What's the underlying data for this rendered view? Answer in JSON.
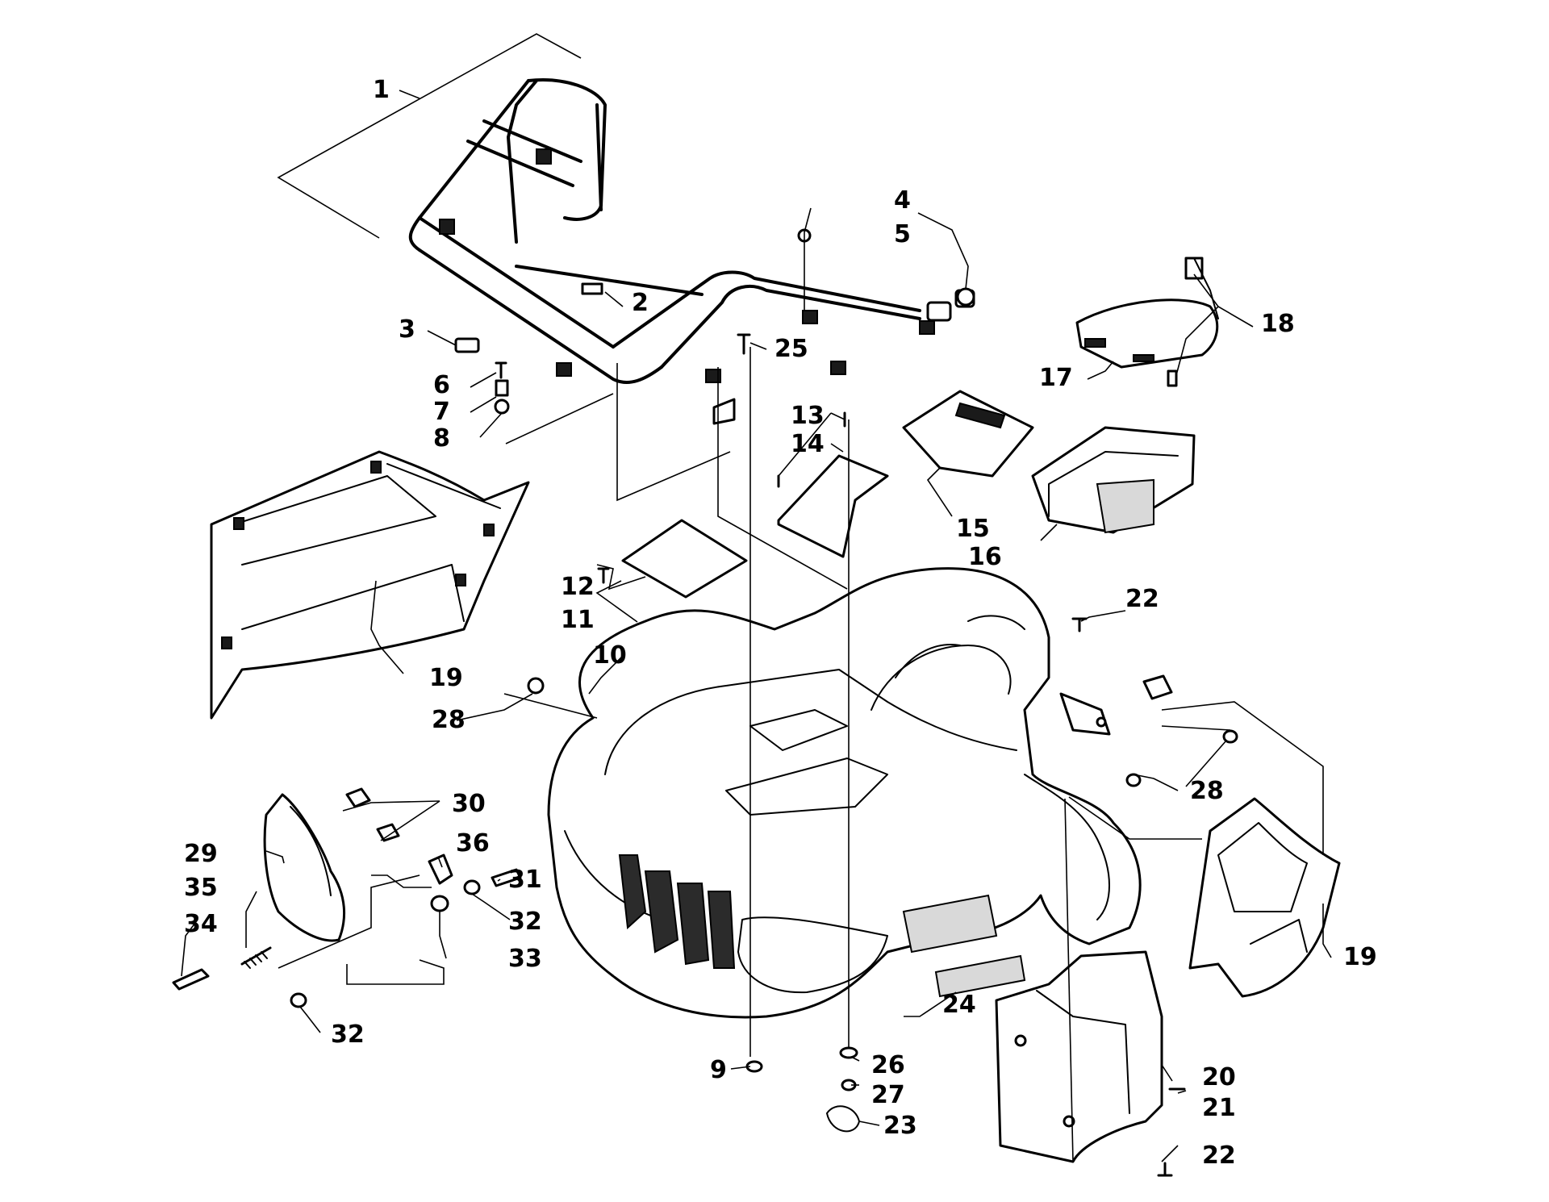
{
  "diagram": {
    "callouts": [
      {
        "id": "c1",
        "label": "1"
      },
      {
        "id": "c2",
        "label": "2"
      },
      {
        "id": "c3",
        "label": "3"
      },
      {
        "id": "c4",
        "label": "4"
      },
      {
        "id": "c5",
        "label": "5"
      },
      {
        "id": "c6",
        "label": "6"
      },
      {
        "id": "c7",
        "label": "7"
      },
      {
        "id": "c8",
        "label": "8"
      },
      {
        "id": "c9",
        "label": "9"
      },
      {
        "id": "c10",
        "label": "10"
      },
      {
        "id": "c11",
        "label": "11"
      },
      {
        "id": "c12",
        "label": "12"
      },
      {
        "id": "c13",
        "label": "13"
      },
      {
        "id": "c14",
        "label": "14"
      },
      {
        "id": "c15",
        "label": "15"
      },
      {
        "id": "c16",
        "label": "16"
      },
      {
        "id": "c17",
        "label": "17"
      },
      {
        "id": "c18",
        "label": "18"
      },
      {
        "id": "c19a",
        "label": "19"
      },
      {
        "id": "c19b",
        "label": "19"
      },
      {
        "id": "c20",
        "label": "20"
      },
      {
        "id": "c21",
        "label": "21"
      },
      {
        "id": "c22a",
        "label": "22"
      },
      {
        "id": "c22b",
        "label": "22"
      },
      {
        "id": "c23",
        "label": "23"
      },
      {
        "id": "c24",
        "label": "24"
      },
      {
        "id": "c25",
        "label": "25"
      },
      {
        "id": "c26",
        "label": "26"
      },
      {
        "id": "c27",
        "label": "27"
      },
      {
        "id": "c28a",
        "label": "28"
      },
      {
        "id": "c28b",
        "label": "28"
      },
      {
        "id": "c29",
        "label": "29"
      },
      {
        "id": "c30",
        "label": "30"
      },
      {
        "id": "c31",
        "label": "31"
      },
      {
        "id": "c32a",
        "label": "32"
      },
      {
        "id": "c32b",
        "label": "32"
      },
      {
        "id": "c33",
        "label": "33"
      },
      {
        "id": "c34",
        "label": "34"
      },
      {
        "id": "c35",
        "label": "35"
      },
      {
        "id": "c36",
        "label": "36"
      }
    ]
  }
}
